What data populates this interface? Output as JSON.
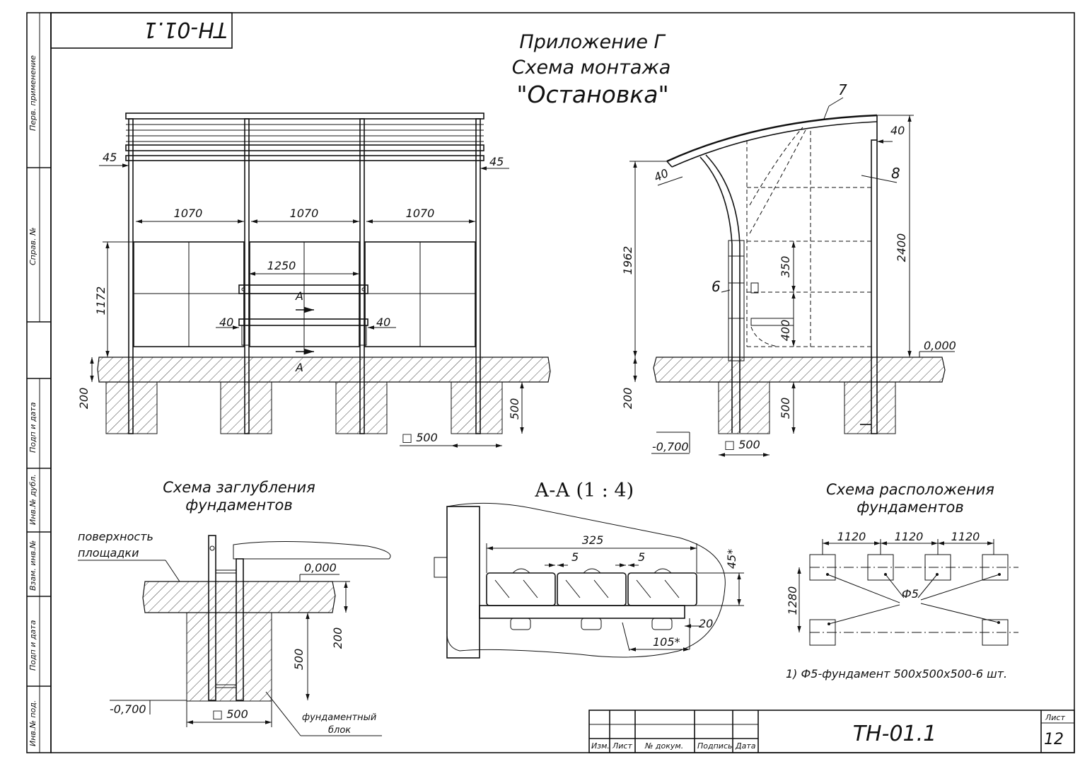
{
  "drawing": {
    "code_mirrored": "ТН-01.1",
    "title_line1": "Приложение Г",
    "title_line2": "Схема монтажа",
    "title_line3": "\"Остановка\""
  },
  "side_stamp": {
    "perv_primenenie": "Перв. применение",
    "sprav_no": "Справ. №",
    "podp_data_1": "Подп и дата",
    "inv_dubl": "Инв.№ дубл.",
    "vzam_inv": "Взам. инв.№",
    "podp_data_2": "Подп и дата",
    "inv_podl": "Инв.№ под."
  },
  "front_view": {
    "dim_45_left": "45",
    "dim_45_right": "45",
    "dim_1070_a": "1070",
    "dim_1070_b": "1070",
    "dim_1070_c": "1070",
    "dim_1172": "1172",
    "dim_1250": "1250",
    "dim_40_left": "40",
    "dim_40_right": "40",
    "section_a_top": "А",
    "section_a_bottom": "А",
    "dim_200": "200",
    "dim_500": "500",
    "dim_sq500": "□ 500"
  },
  "side_view": {
    "label_7": "7",
    "label_8": "8",
    "label_6": "6",
    "dim_40_top": "40",
    "dim_40_roof": "40",
    "dim_1962": "1962",
    "dim_2400": "2400",
    "dim_350": "350",
    "dim_400": "400",
    "level_0": "0,000",
    "dim_200": "200",
    "dim_500": "500",
    "level_minus": "-0,700",
    "dim_sq500": "□ 500"
  },
  "depth_scheme": {
    "title1": "Схема заглубления",
    "title2": "фундаментов",
    "surface1": "поверхность",
    "surface2": "площадки",
    "level_0": "0,000",
    "dim_200": "200",
    "dim_500": "500",
    "level_minus": "-0,700",
    "dim_sq500": "□ 500",
    "block1": "фундаментный",
    "block2": "блок"
  },
  "section_aa": {
    "title": "А-А  (1 : 4)",
    "dim_325": "325",
    "dim_5a": "5",
    "dim_5b": "5",
    "dim_45": "45*",
    "dim_20": "20",
    "dim_105": "105*"
  },
  "layout_scheme": {
    "title1": "Схема расположения",
    "title2": "фундаментов",
    "dim_1120_a": "1120",
    "dim_1120_b": "1120",
    "dim_1120_c": "1120",
    "dim_1280": "1280",
    "phi5": "Ф5",
    "note": "1) Ф5-фундамент 500х500х500-6 шт."
  },
  "title_block": {
    "izm": "Изм.",
    "list": "Лист",
    "doc": "№ докум.",
    "podpis": "Подпись",
    "data": "Дата",
    "code": "ТН-01.1",
    "sheet_label": "Лист",
    "sheet_no": "12"
  }
}
